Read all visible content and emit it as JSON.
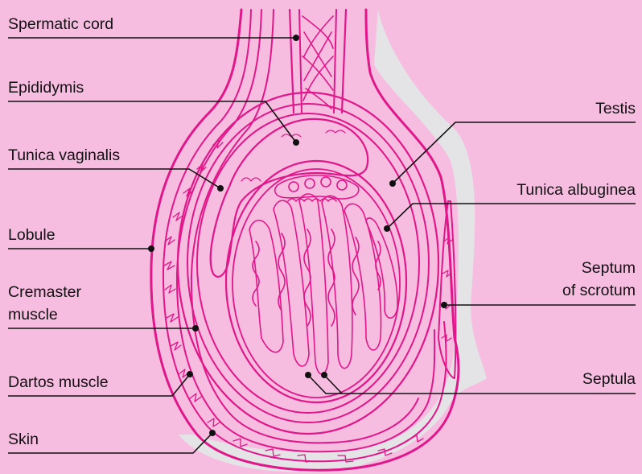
{
  "colors": {
    "background": "#f7bde0",
    "outline": "#e0168a",
    "tissue": "#ffffff",
    "skin_shadow": "#e4e4e6",
    "epididymis_fill": "#f4a6cf",
    "label_text": "#111111"
  },
  "labels": {
    "spermatic_cord": "Spermatic cord",
    "epididymis": "Epididymis",
    "tunica_vaginalis": "Tunica vaginalis",
    "lobule": "Lobule",
    "cremaster_line1": "Cremaster",
    "cremaster_line2": "muscle",
    "dartos_muscle": "Dartos muscle",
    "skin": "Skin",
    "testis": "Testis",
    "tunica_albuginea": "Tunica albuginea",
    "septum_line1": "Septum",
    "septum_line2": "of scrotum",
    "septula": "Septula"
  }
}
